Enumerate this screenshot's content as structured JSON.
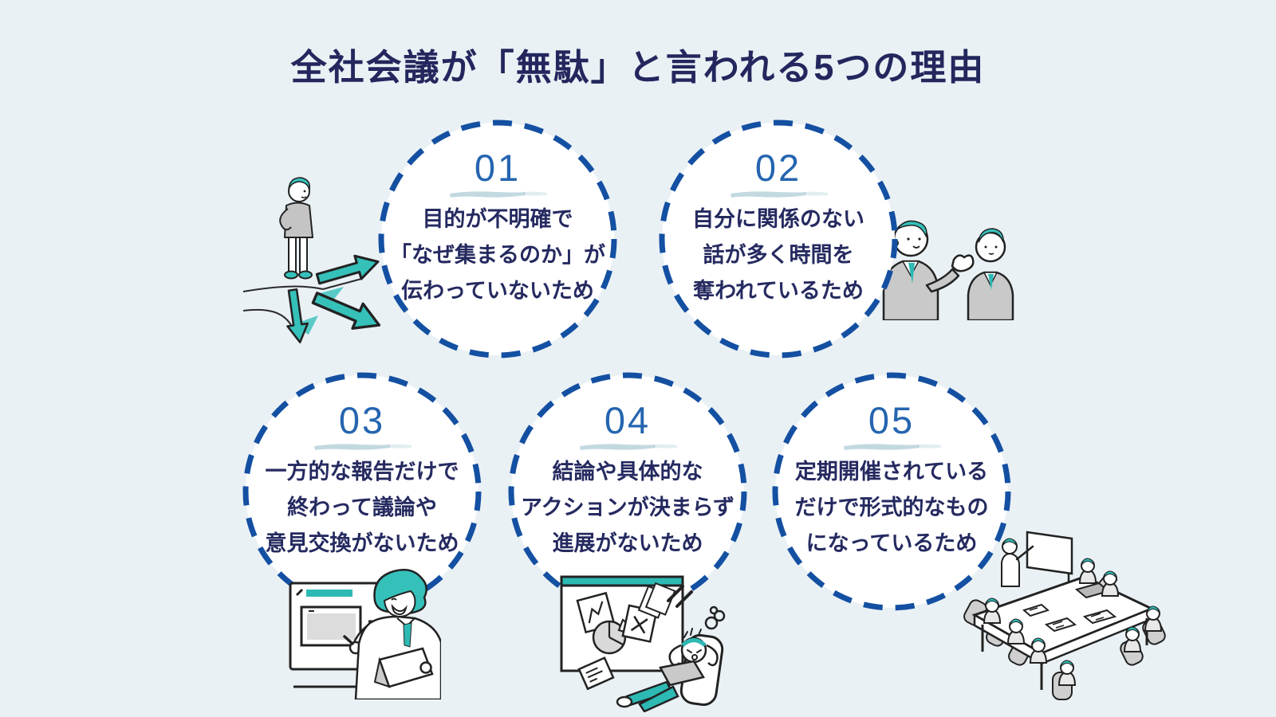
{
  "page": {
    "title": "全社会議が「無駄」と言われる5つの理由",
    "background_color": "#eaf1f5"
  },
  "colors": {
    "title_navy": "#23275d",
    "body_text_navy": "#252a60",
    "circle_border_blue": "#1450a2",
    "number_blue": "#2565b0",
    "number_underline": "#b7d2da",
    "accent_teal": "#35c1ba",
    "illustration_gray": "#c9c9c9",
    "circle_fill": "#ffffff"
  },
  "reasons": [
    {
      "number": "01",
      "lines": [
        "目的が不明確で",
        "「なぜ集まるのか」が",
        "伝わっていないため"
      ]
    },
    {
      "number": "02",
      "lines": [
        "自分に関係のない",
        "話が多く時間を",
        "奪われているため"
      ]
    },
    {
      "number": "03",
      "lines": [
        "一方的な報告だけで",
        "終わって議論や",
        "意見交換がないため"
      ]
    },
    {
      "number": "04",
      "lines": [
        "結論や具体的な",
        "アクションが決まらず",
        "進展がないため"
      ]
    },
    {
      "number": "05",
      "lines": [
        "定期開催されている",
        "だけで形式的なもの",
        "になっているため"
      ]
    }
  ],
  "illustrations": [
    {
      "name": "person-at-crossroads-illustration"
    },
    {
      "name": "two-businesspeople-talking-illustration"
    },
    {
      "name": "presenter-with-screen-illustration"
    },
    {
      "name": "frustrated-worker-with-charts-illustration"
    },
    {
      "name": "meeting-table-group-illustration"
    }
  ]
}
